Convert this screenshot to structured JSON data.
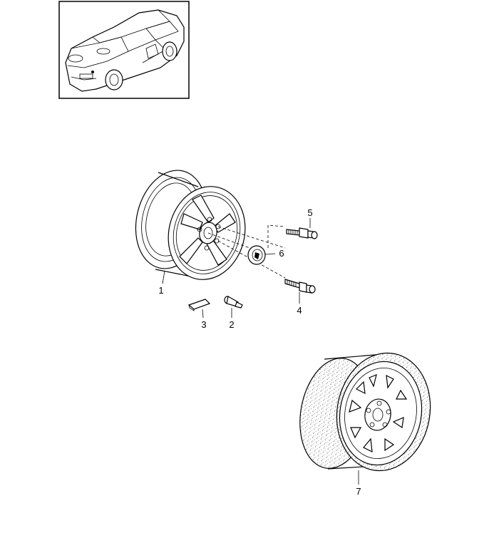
{
  "diagram": {
    "callouts": [
      {
        "id": "wheel",
        "label": "1"
      },
      {
        "id": "valve",
        "label": "2"
      },
      {
        "id": "balance-weight",
        "label": "3"
      },
      {
        "id": "wheel-bolt",
        "label": "4"
      },
      {
        "id": "locking-bolt",
        "label": "5"
      },
      {
        "id": "center-cap",
        "label": "6"
      },
      {
        "id": "spare-wheel",
        "label": "7"
      }
    ]
  },
  "colors": {
    "line": "#000000",
    "background": "#ffffff"
  }
}
